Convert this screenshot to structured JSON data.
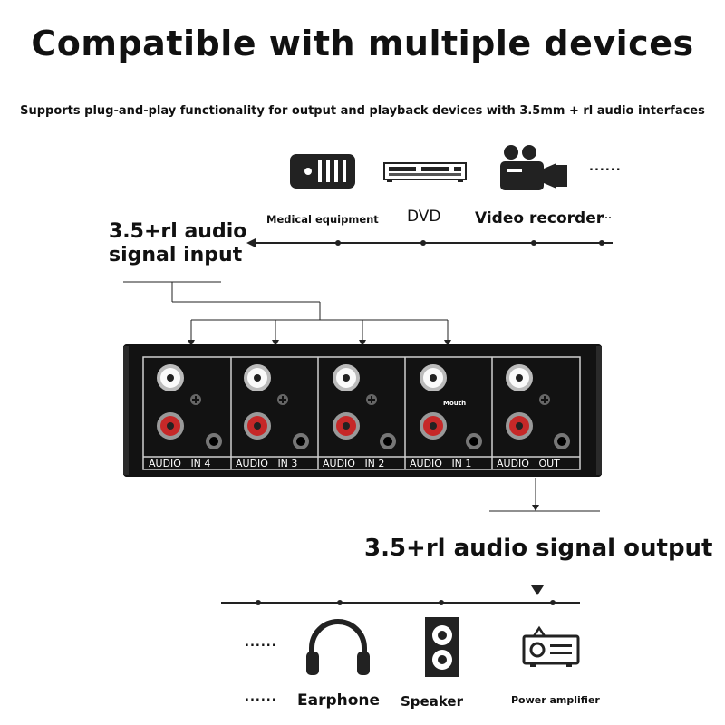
{
  "title": "Compatible with multiple devices",
  "subtitle": "Supports plug-and-play functionality for output and playback devices with 3.5mm + rl audio interfaces",
  "input_devices": [
    {
      "label": "Medical equipment",
      "icon": "medical-equipment-icon"
    },
    {
      "label": "DVD",
      "icon": "dvd-player-icon"
    },
    {
      "label": "Video recorder",
      "icon": "video-camera-icon"
    }
  ],
  "input_more": "......",
  "input_signal_label_line1": "3.5+rl audio",
  "input_signal_label_line2": "signal input",
  "device_panel": {
    "sections": [
      "AUDIO   IN 4",
      "AUDIO   IN 3",
      "AUDIO   IN 2",
      "AUDIO   IN 1",
      "AUDIO   OUT"
    ],
    "mouth_label": "Mouth"
  },
  "output_signal_label": "3.5+rl audio signal output",
  "output_devices": [
    {
      "label": "Earphone",
      "icon": "headphones-icon"
    },
    {
      "label": "Speaker",
      "icon": "speaker-icon"
    },
    {
      "label": "Power amplifier",
      "icon": "projector-amplifier-icon"
    }
  ],
  "output_more_top": "......",
  "output_more_bottom": "......",
  "colors": {
    "panel": "#121212",
    "panel_line": "#cfcfcf",
    "rca_red": "#c62828",
    "rca_white": "#eeeeee"
  }
}
